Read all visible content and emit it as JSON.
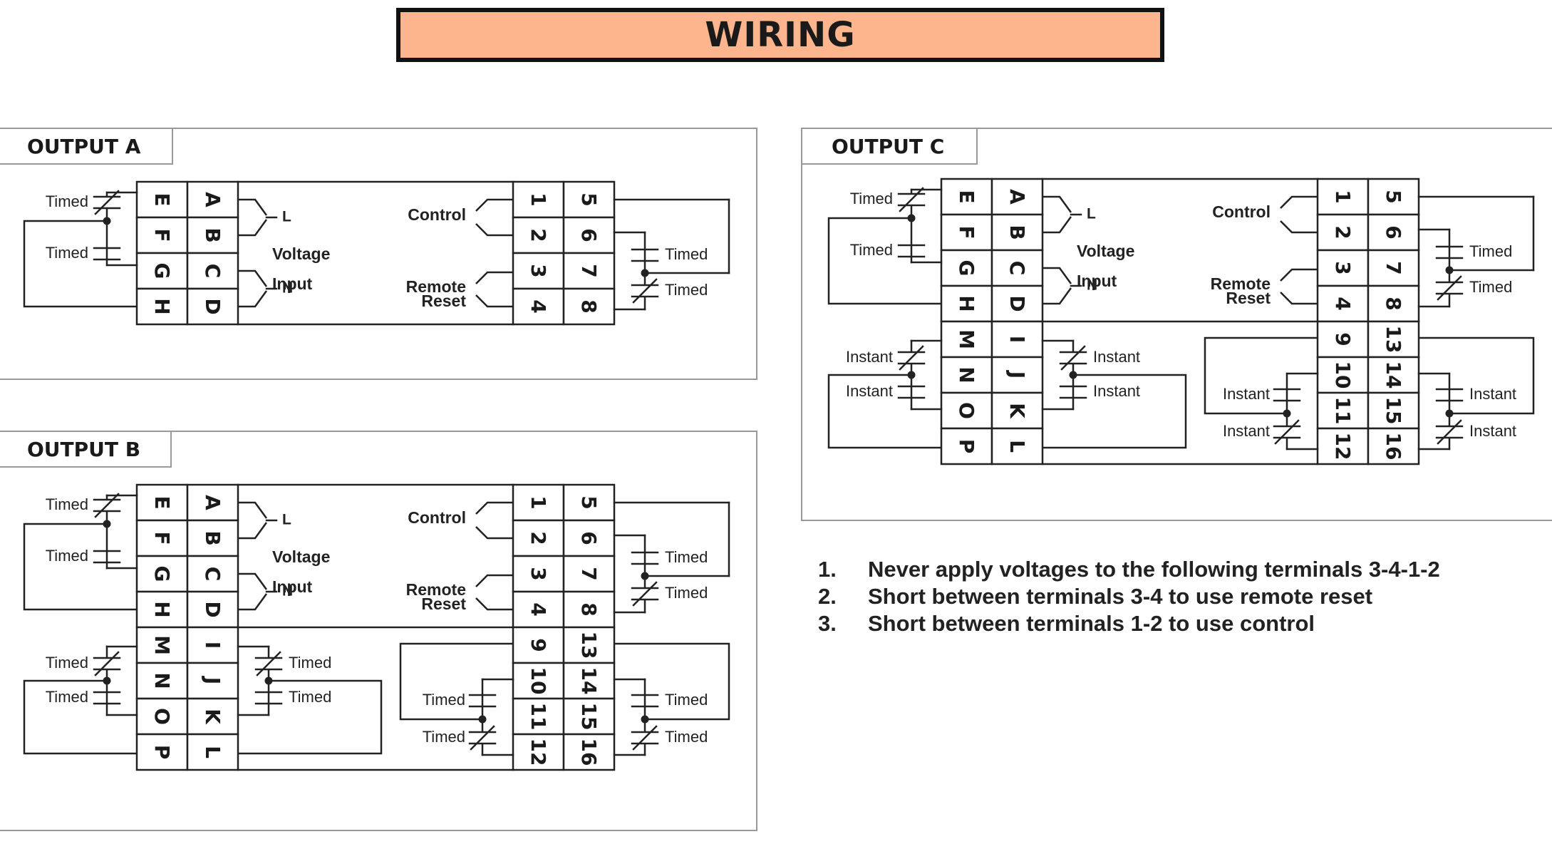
{
  "title": "WIRING",
  "panels": {
    "a": {
      "label": "OUTPUT A"
    },
    "b": {
      "label": "OUTPUT B"
    },
    "c": {
      "label": "OUTPUT C"
    }
  },
  "terminals": {
    "left_col1": [
      "E",
      "F",
      "G",
      "H"
    ],
    "left_col2": [
      "A",
      "B",
      "C",
      "D"
    ],
    "right_col1": [
      "1",
      "2",
      "3",
      "4"
    ],
    "right_col2": [
      "5",
      "6",
      "7",
      "8"
    ],
    "ext_left_col1": [
      "M",
      "N",
      "O",
      "P"
    ],
    "ext_left_col2": [
      "I",
      "J",
      "K",
      "L"
    ],
    "ext_right_col1": [
      "9",
      "10",
      "11",
      "12"
    ],
    "ext_right_col2": [
      "13",
      "14",
      "15",
      "16"
    ]
  },
  "labels": {
    "timed": "Timed",
    "instant": "Instant",
    "control": "Control",
    "remote": "Remote",
    "reset": "Reset",
    "voltage": "Voltage",
    "input": "Input",
    "line": "L",
    "neutral": "N"
  },
  "notes": [
    {
      "num": "1.",
      "text": "Never apply voltages to the following terminals 3-4-1-2"
    },
    {
      "num": "2.",
      "text": "Short between terminals 3-4 to use remote reset"
    },
    {
      "num": "3.",
      "text": "Short between terminals 1-2 to use control"
    }
  ]
}
